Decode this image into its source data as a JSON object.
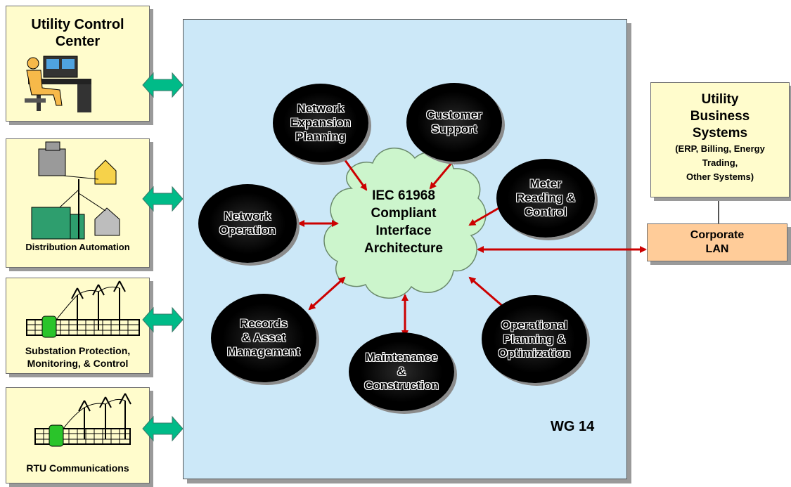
{
  "left_panels": [
    {
      "label": "Utility Control\nCenter"
    },
    {
      "label": "Distribution Automation"
    },
    {
      "label": "Substation Protection,\nMonitoring, & Control"
    },
    {
      "label": "RTU Communications"
    }
  ],
  "central": {
    "cloud_label": "IEC 61968\nCompliant\nInterface\nArchitecture",
    "wg_label": "WG 14"
  },
  "ellipses": [
    {
      "label": "Network\nExpansion\nPlanning"
    },
    {
      "label": "Customer\nSupport"
    },
    {
      "label": "Meter\nReading &\nControl"
    },
    {
      "label": "Network\nOperation"
    },
    {
      "label": "Operational\nPlanning &\nOptimization"
    },
    {
      "label": "Records\n& Asset\nManagement"
    },
    {
      "label": "Maintenance\n&\nConstruction"
    }
  ],
  "business": {
    "title": "Utility\nBusiness\nSystems",
    "subtitle": "(ERP, Billing, Energy\nTrading,\nOther Systems)"
  },
  "lan": {
    "label": "Corporate\nLAN"
  },
  "colors": {
    "panel_bg": "#fffccc",
    "main_bg": "#cce8f8",
    "cloud": "#ccf5cc",
    "arrow_red": "#cc0000",
    "arrow_teal": "#00bb88",
    "lan_bg": "#ffcc99"
  }
}
